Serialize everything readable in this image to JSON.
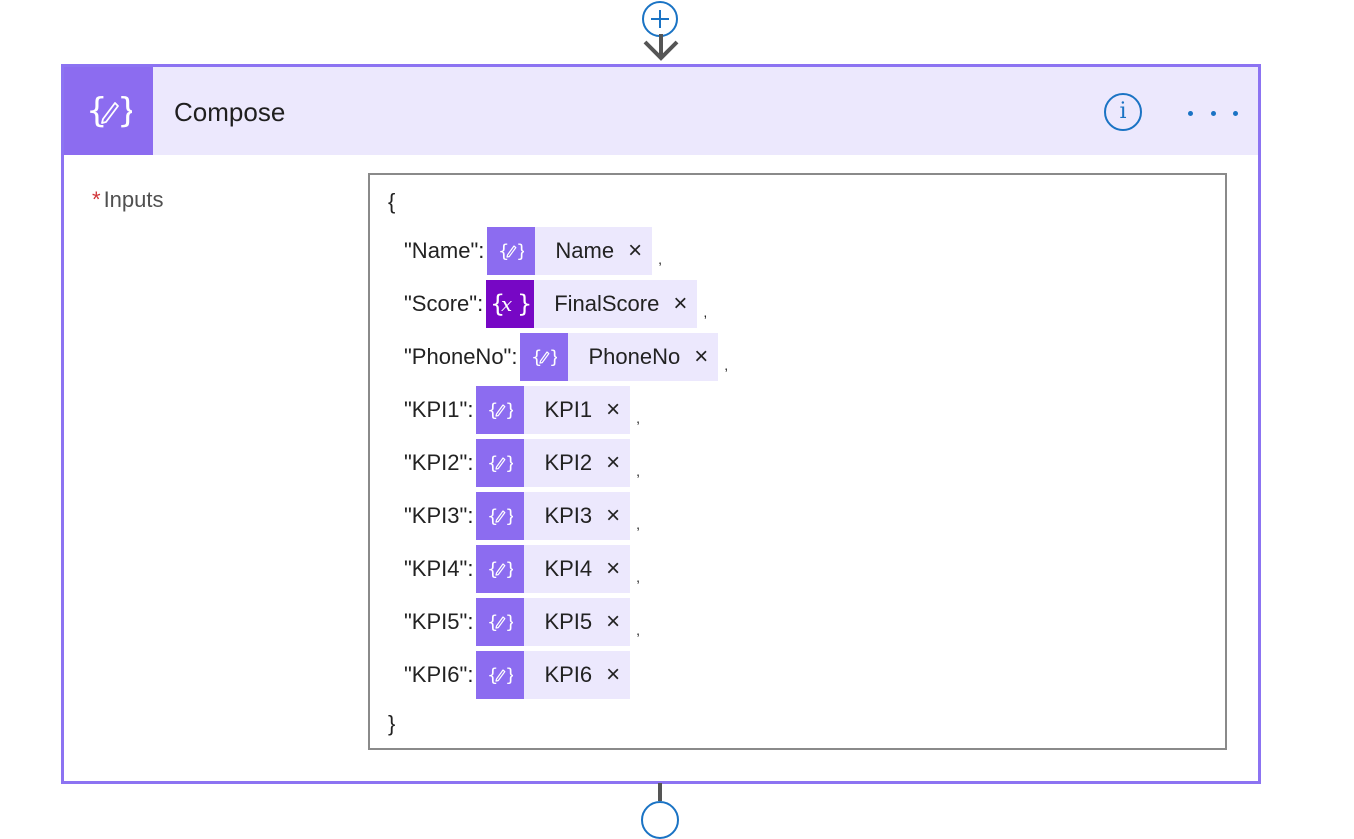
{
  "card": {
    "title": "Compose",
    "info_label": "i"
  },
  "inputs": {
    "label": "Inputs",
    "required_mark": "*",
    "open_brace": "{",
    "close_brace": "}",
    "rows": [
      {
        "key": "\"Name\":",
        "token": "Name",
        "token_type": "compose",
        "comma": ","
      },
      {
        "key": "\"Score\":",
        "token": "FinalScore",
        "token_type": "variable",
        "comma": ","
      },
      {
        "key": "\"PhoneNo\":",
        "token": "PhoneNo",
        "token_type": "compose",
        "comma": ","
      },
      {
        "key": "\"KPI1\":",
        "token": "KPI1",
        "token_type": "compose",
        "comma": ","
      },
      {
        "key": "\"KPI2\":",
        "token": "KPI2",
        "token_type": "compose",
        "comma": ","
      },
      {
        "key": "\"KPI3\":",
        "token": "KPI3",
        "token_type": "compose",
        "comma": ","
      },
      {
        "key": "\"KPI4\":",
        "token": "KPI4",
        "token_type": "compose",
        "comma": ","
      },
      {
        "key": "\"KPI5\":",
        "token": "KPI5",
        "token_type": "compose",
        "comma": ","
      },
      {
        "key": "\"KPI6\":",
        "token": "KPI6",
        "token_type": "compose",
        "comma": ""
      }
    ],
    "remove_glyph": "×"
  },
  "colors": {
    "accent": "#8c6cf0",
    "variable": "#7707c5",
    "header_bg": "#ece8fd",
    "link_blue": "#1a73c4",
    "required": "#d13438"
  },
  "icons": {
    "compose": "compose-icon",
    "variable": "variable-icon",
    "info": "info-icon",
    "more": "more-options-icon",
    "add": "add-step-icon"
  }
}
